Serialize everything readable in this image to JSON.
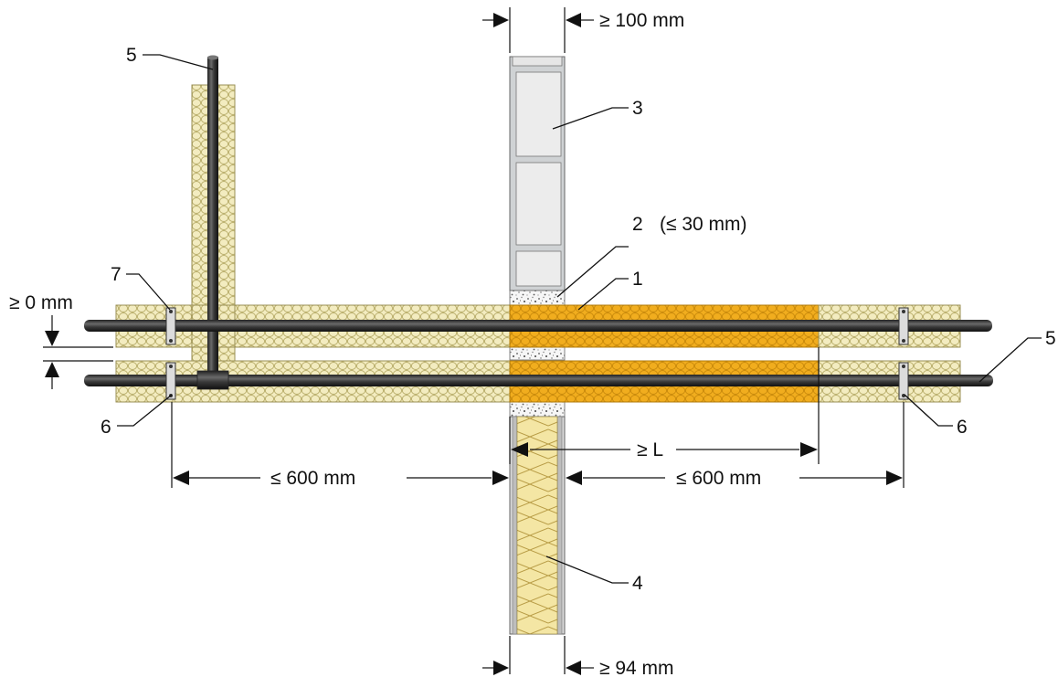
{
  "diagram": {
    "labels": {
      "callout_1": "1",
      "callout_2": "2",
      "callout_2_note": "(≤ 30 mm)",
      "callout_3": "3",
      "callout_4": "4",
      "callout_5": "5",
      "callout_6": "6",
      "callout_7": "7"
    },
    "dimensions": {
      "wall_top_thickness": "≥ 100 mm",
      "wall_bottom_thickness": "≥ 94 mm",
      "pipe_gap": "≥ 0 mm",
      "insulation_length": "≥ L",
      "clamp_distance_left": "≤ 600 mm",
      "clamp_distance_right": "≤ 600 mm"
    },
    "colors": {
      "mineral_wool": "#f3ecc0",
      "orange_insulation": "#f1ad1e",
      "masonry_block": "#e9e9e9",
      "pipe": "#3a3a3a"
    }
  }
}
